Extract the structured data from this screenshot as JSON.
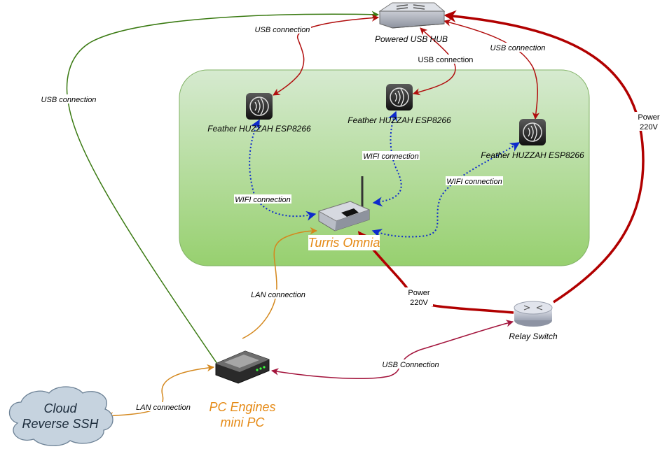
{
  "nodes": {
    "usb_hub": "Powered USB HUB",
    "feather_1": "Feather HUZZAH ESP8266",
    "feather_2": "Feather HUZZAH ESP8266",
    "feather_3": "Feather HUZZAH ESP8266",
    "router": "Turris Omnia",
    "relay": "Relay Switch",
    "pc_line1": "PC Engines",
    "pc_line2": "mini PC",
    "cloud_line1": "Cloud",
    "cloud_line2": "Reverse SSH"
  },
  "edges": {
    "usb_hub_feather1": "USB connection",
    "usb_hub_feather2": "USB connection",
    "usb_hub_feather3": "USB connection",
    "usb_hub_pc": "USB connection",
    "wifi_1": "WIFI connection",
    "wifi_2": "WIFI connection",
    "wifi_3": "WIFI connection",
    "lan_router": "LAN connection",
    "lan_cloud": "LAN connection",
    "usb_relay": "USB Connection",
    "power_router_1": "Power",
    "power_router_2": "220V",
    "power_hub_1": "Power",
    "power_hub_2": "220V"
  },
  "colors": {
    "usb": "#b10e0e",
    "usb_pc": "#3a7a12",
    "wifi": "#0d2a8c",
    "lan": "#d4871c",
    "power": "#b10000",
    "relay_usb": "#a3143c",
    "group_bg_top": "#d4e9cc",
    "group_bg_bottom": "#96cf6f",
    "orange_text": "#e58a16"
  },
  "icons": {
    "usb_hub": "switch-hub-icon",
    "feather": "wireless-module-icon",
    "router": "wireless-router-icon",
    "relay": "relay-switch-icon",
    "pc": "mini-pc-icon",
    "cloud": "cloud-icon"
  }
}
